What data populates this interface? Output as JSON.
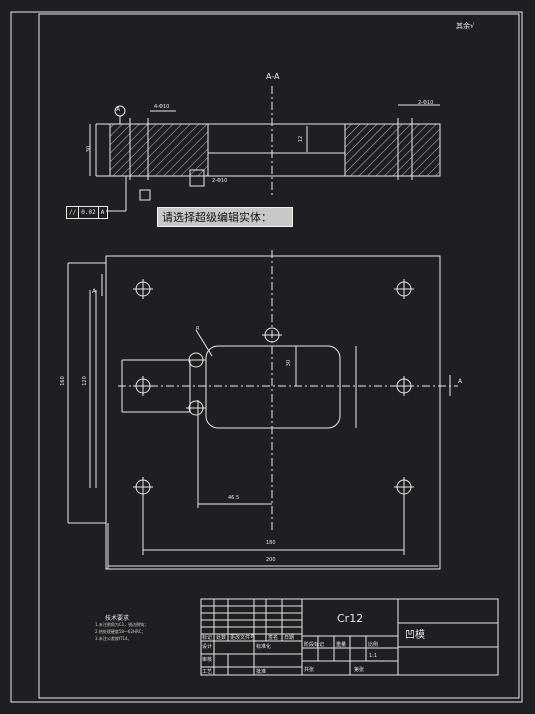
{
  "drawing": {
    "section_label": "A-A",
    "surface_finish_mark": "其余√",
    "prompt_text": "请选择超级编辑实体：",
    "material": "Cr12",
    "part_name": "凹模",
    "tolerance_frame": {
      "symbol": "//",
      "value": "0.02",
      "datum": "A"
    },
    "datum_label": "A",
    "section_marks": [
      "A",
      "A"
    ],
    "dimensions": {
      "hole_callout_top": "4-Φ10",
      "hole_callout_bottom": "2-Φ10",
      "hole_callout_right": "2-Φ10",
      "thickness": "30",
      "depth": "12",
      "width_180": "180",
      "width_200": "200",
      "height_160": "160",
      "height_120": "120",
      "dim_46_5": "46.5",
      "dim_30": "30",
      "dim_r": "R"
    },
    "tech_notes": {
      "title": "技术要求",
      "lines": [
        "1.未注倒角为C1，锐边倒钝；",
        "2.热处理硬度58～62HRC；",
        "3.未注公差按IT14。"
      ]
    },
    "title_block": {
      "labels": [
        "标记",
        "处数",
        "更改文件号",
        "签名",
        "日期",
        "设计",
        "标准化",
        "审核",
        "工艺",
        "批准",
        "阶段标记",
        "重量",
        "比例",
        "共张",
        "第张"
      ],
      "scale": "1:1"
    }
  }
}
